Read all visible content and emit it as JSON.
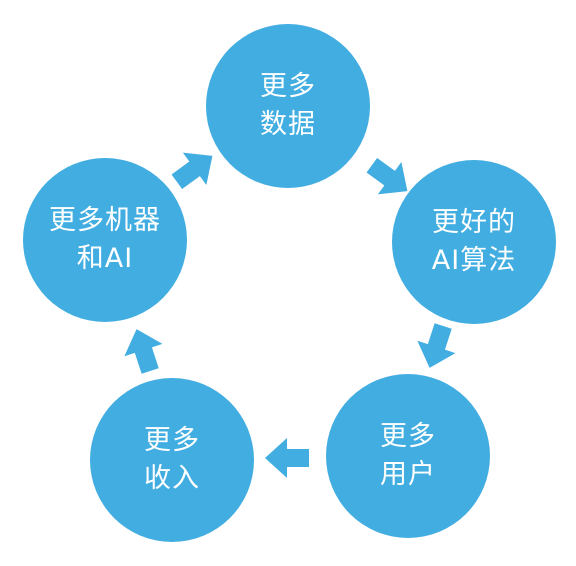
{
  "colors": {
    "node": "#41ade1",
    "arrow": "#41ade1",
    "text": "#ffffff"
  },
  "nodes": [
    {
      "line1": "更多",
      "line2": "数据"
    },
    {
      "line1": "更好的",
      "line2": "AI算法"
    },
    {
      "line1": "更多",
      "line2": "用户"
    },
    {
      "line1": "更多",
      "line2": "收入"
    },
    {
      "line1": "更多机器",
      "line2": "和AI"
    }
  ]
}
